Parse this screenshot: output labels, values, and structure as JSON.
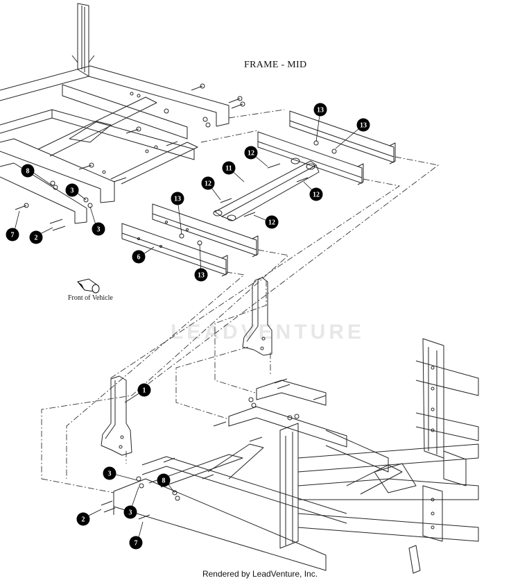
{
  "title": "FRAME - MID",
  "front_label": "Front of Vehicle",
  "footer": "Rendered by LeadVenture, Inc.",
  "watermark": "LEADVENTURE",
  "callouts": [
    {
      "id": "13a",
      "num": "13"
    },
    {
      "id": "13b",
      "num": "13"
    },
    {
      "id": "12a",
      "num": "12"
    },
    {
      "id": "11",
      "num": "11"
    },
    {
      "id": "12b",
      "num": "12"
    },
    {
      "id": "12c",
      "num": "12"
    },
    {
      "id": "12d",
      "num": "12"
    },
    {
      "id": "8a",
      "num": "8"
    },
    {
      "id": "3a",
      "num": "3"
    },
    {
      "id": "7a",
      "num": "7"
    },
    {
      "id": "2a",
      "num": "2"
    },
    {
      "id": "3b",
      "num": "3"
    },
    {
      "id": "13c",
      "num": "13"
    },
    {
      "id": "6",
      "num": "6"
    },
    {
      "id": "13d",
      "num": "13"
    },
    {
      "id": "1",
      "num": "1"
    },
    {
      "id": "3c",
      "num": "3"
    },
    {
      "id": "8b",
      "num": "8"
    },
    {
      "id": "2b",
      "num": "2"
    },
    {
      "id": "3d",
      "num": "3"
    },
    {
      "id": "7b",
      "num": "7"
    }
  ]
}
